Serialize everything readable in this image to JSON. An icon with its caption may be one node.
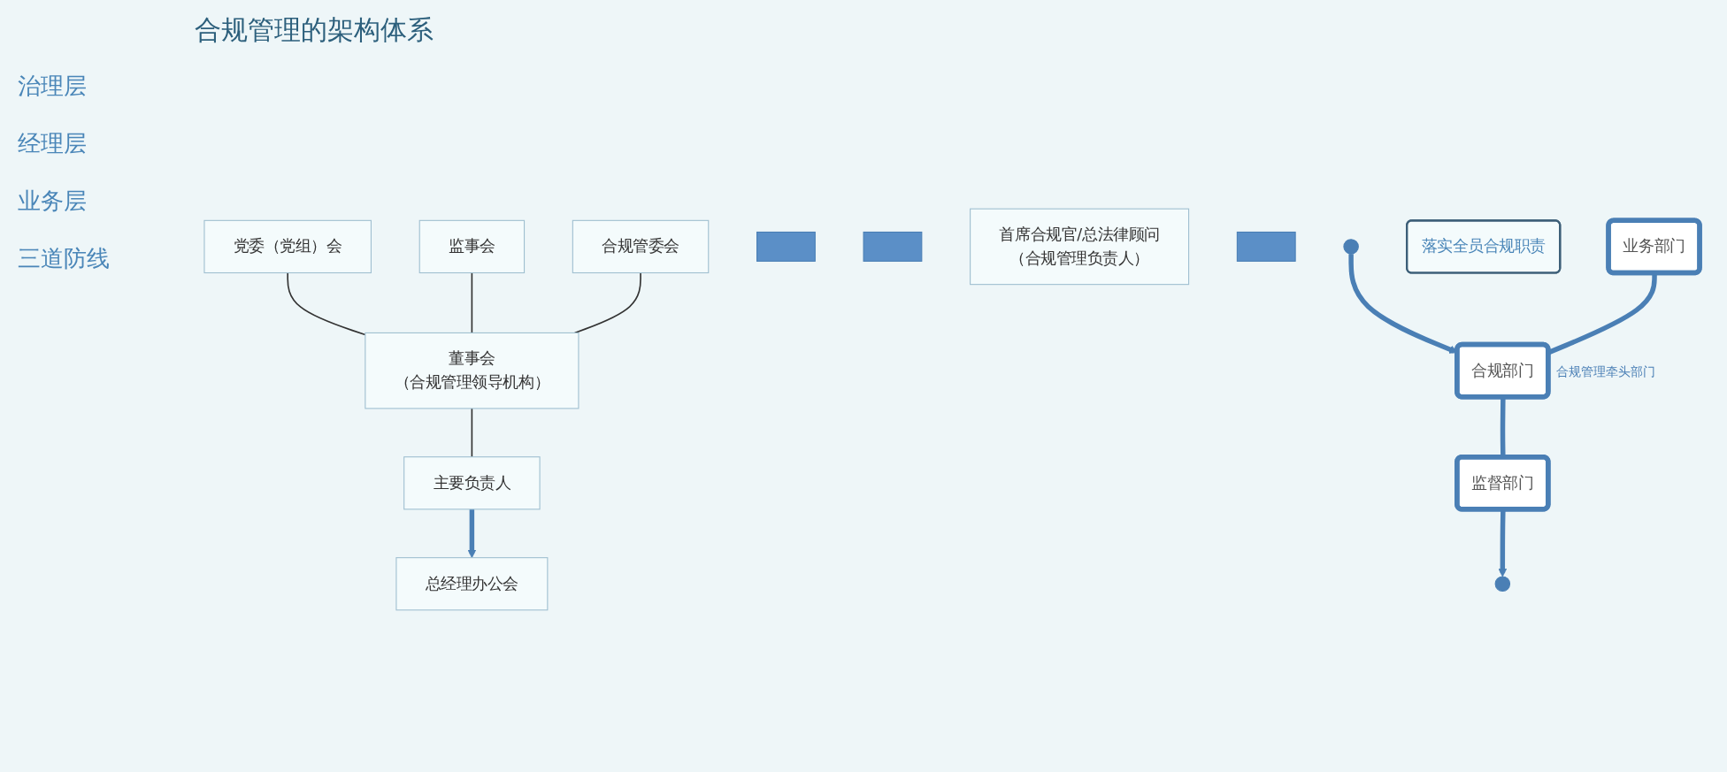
{
  "diagram": {
    "title": "合规管理的架构体系",
    "nodes": [
      {
        "text": [
          "党委（党组）会"
        ]
      },
      {
        "text": [
          "监事会"
        ]
      },
      {
        "text": [
          "董事会",
          "（合规管理领导机构）"
        ]
      },
      {
        "text": [
          "合规管委会"
        ]
      },
      {
        "text": [
          "主要负责人"
        ]
      },
      {
        "text": [],
        "shape": "box"
      },
      {
        "text": [],
        "shape": "box"
      },
      {
        "text": [
          "总经理办公会"
        ]
      },
      {
        "text": [
          "首席合规官/总法律顾问",
          "（合规管理负责人）"
        ]
      },
      {
        "text": [],
        "shape": "box"
      },
      {
        "text": [
          "业务部门"
        ]
      },
      {
        "text": [
          "合规部门"
        ],
        "beside": [
          "合规管理牵头部门"
        ]
      },
      {
        "text": [
          "监督部门"
        ]
      },
      {
        "text": [
          "落实全员合规职责"
        ]
      }
    ],
    "edges": [
      {
        "from": 0,
        "to": 2,
        "arrow": "none",
        "color": "#333333"
      },
      {
        "from": 1,
        "to": 2,
        "arrow": "none",
        "color": "#333333"
      },
      {
        "from": 3,
        "to": 2,
        "arrow": "none",
        "color": "#333333"
      },
      {
        "from": 2,
        "to": 4,
        "arrow": "none",
        "color": "#333333"
      },
      {
        "from": 4,
        "to": 7,
        "arrow": "to"
      },
      {
        "from": null,
        "to": 11,
        "arrow": "to"
      },
      {
        "from": 10,
        "to": 11,
        "arrow": "none"
      },
      {
        "from": 11,
        "to": 12,
        "arrow": "none"
      },
      {
        "from": 12,
        "to": null,
        "arrow": "to"
      }
    ],
    "labels": [
      "治理层",
      "经理层",
      "业务层",
      "三道防线"
    ]
  }
}
